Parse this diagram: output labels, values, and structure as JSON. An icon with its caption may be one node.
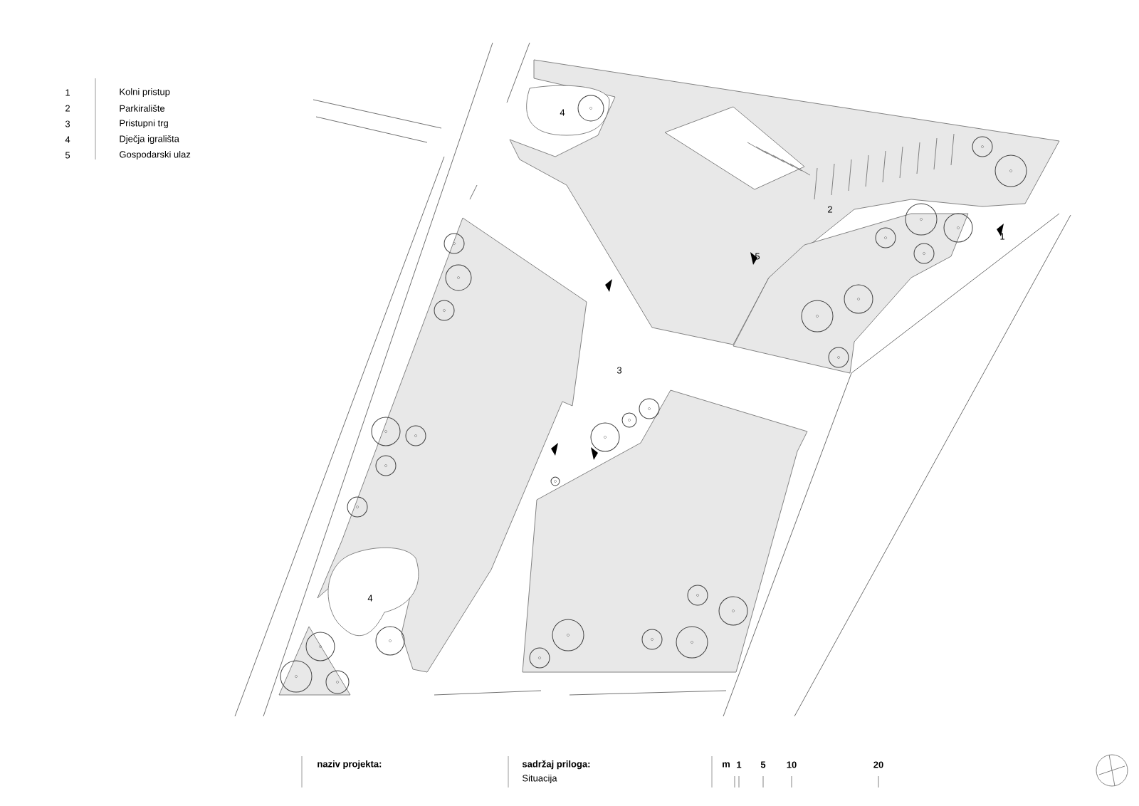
{
  "diagram": {
    "labels": [
      "1",
      "Kolni pristup",
      "2",
      "Parkiralište",
      "3",
      "Pristupni trg",
      "4",
      "Dječja igrališta",
      "5",
      "Gospodarski ulaz",
      "4",
      "2",
      "1",
      "5",
      "3",
      "4",
      "naziv projekta:",
      "sadržaj priloga:",
      "Situacija",
      "m",
      "1",
      "5",
      "10",
      "20"
    ]
  }
}
